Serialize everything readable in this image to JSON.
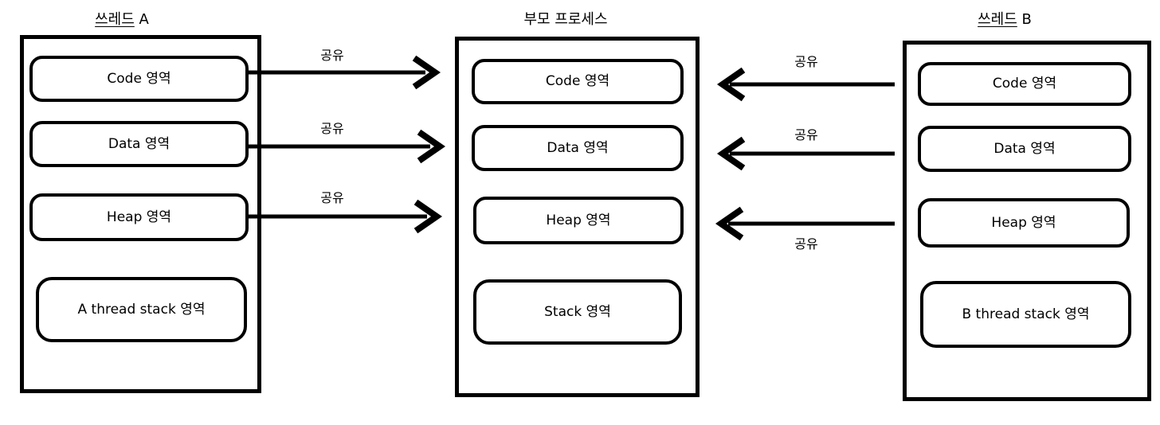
{
  "canvas": {
    "background": "#ffffff",
    "stroke_color": "#000000"
  },
  "panels": [
    {
      "id": "thread-a",
      "title_underlined": "쓰레드",
      "title_rest": " A",
      "boxes": [
        "Code 영역",
        "Data 영역",
        "Heap 영역",
        "A thread stack 영역"
      ]
    },
    {
      "id": "parent-process",
      "title_underlined": "",
      "title_rest": "부모 프로세스",
      "boxes": [
        "Code 영역",
        "Data 영역",
        "Heap 영역",
        "Stack 영역"
      ]
    },
    {
      "id": "thread-b",
      "title_underlined": "쓰레드",
      "title_rest": " B",
      "boxes": [
        "Code 영역",
        "Data 영역",
        "Heap 영역",
        "B thread stack 영역"
      ]
    }
  ],
  "arrows": [
    {
      "label": "공유",
      "from": "thread-a/Code 영역",
      "to": "parent-process/Code 영역",
      "direction": "right"
    },
    {
      "label": "공유",
      "from": "thread-a/Data 영역",
      "to": "parent-process/Data 영역",
      "direction": "right"
    },
    {
      "label": "공유",
      "from": "thread-a/Heap 영역",
      "to": "parent-process/Heap 영역",
      "direction": "right"
    },
    {
      "label": "공유",
      "from": "thread-b/Code 영역",
      "to": "parent-process/Code 영역",
      "direction": "left"
    },
    {
      "label": "공유",
      "from": "thread-b/Data 영역",
      "to": "parent-process/Data 영역",
      "direction": "left"
    },
    {
      "label": "공유",
      "from": "thread-b/Heap 영역",
      "to": "parent-process/Heap 영역",
      "direction": "left"
    }
  ]
}
